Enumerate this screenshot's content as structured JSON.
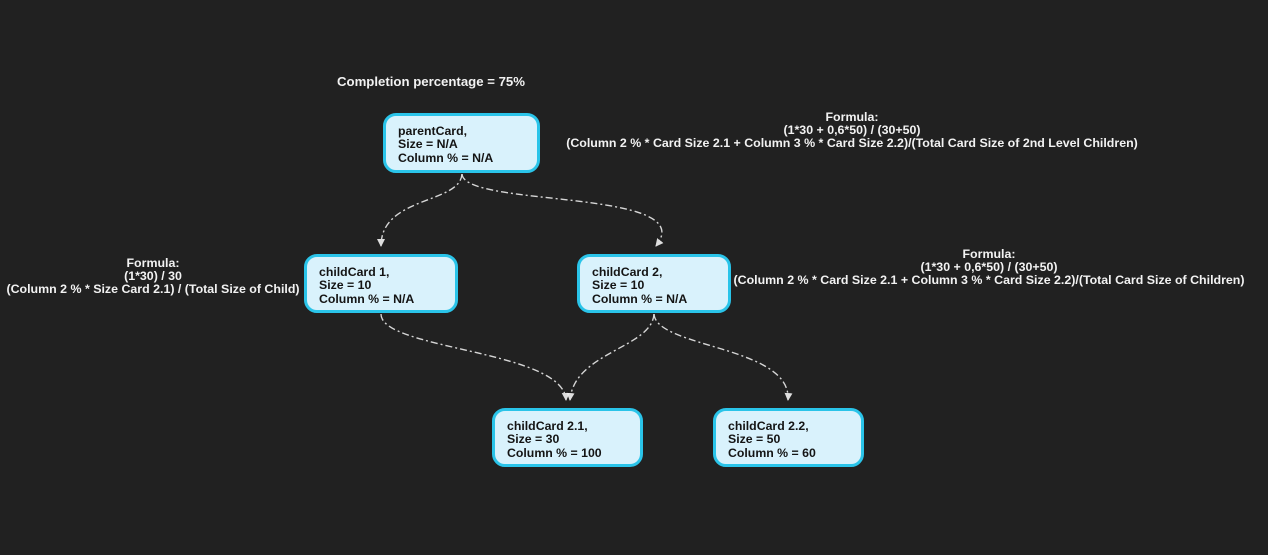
{
  "diagram": {
    "type": "flowchart-tree",
    "direction": "top-down"
  },
  "annotations": {
    "completion": "Completion percentage = 75%",
    "formula_top": {
      "label": "Formula:",
      "expr": "(1*30 + 0,6*50) / (30+50)",
      "desc": "(Column 2 % * Card Size 2.1 + Column 3 % * Card Size 2.2)/(Total Card Size of 2nd Level Children)"
    },
    "formula_left": {
      "label": "Formula:",
      "expr": "(1*30) / 30",
      "desc": "(Column 2 % * Size Card 2.1) / (Total Size of Child)"
    },
    "formula_right": {
      "label": "Formula:",
      "expr": "(1*30 + 0,6*50) / (30+50)",
      "desc": "(Column 2 % * Card Size 2.1 + Column 3 % * Card Size 2.2)/(Total Card Size of Children)"
    }
  },
  "nodes": {
    "parent": {
      "title": "parentCard,",
      "size": "Size = N/A",
      "column": "Column % = N/A"
    },
    "child1": {
      "title": "childCard 1,",
      "size": "Size = 10",
      "column": "Column % = N/A"
    },
    "child2": {
      "title": "childCard 2,",
      "size": "Size = 10",
      "column": "Column % = N/A"
    },
    "child21": {
      "title": "childCard 2.1,",
      "size": "Size = 30",
      "column": "Column % = 100"
    },
    "child22": {
      "title": "childCard 2.2,",
      "size": "Size = 50",
      "column": "Column % = 60"
    }
  },
  "edges": [
    {
      "from": "parentCard",
      "to": "childCard 1"
    },
    {
      "from": "parentCard",
      "to": "childCard 2"
    },
    {
      "from": "childCard 1",
      "to": "childCard 2.1"
    },
    {
      "from": "childCard 2",
      "to": "childCard 2.1"
    },
    {
      "from": "childCard 2",
      "to": "childCard 2.2"
    }
  ],
  "colors": {
    "background": "#212121",
    "card_fill": "#d9f2fc",
    "card_border": "#2ac4e9",
    "card_text": "#141414",
    "label_text": "#f2f2f2",
    "edge_stroke": "#e6e6e6"
  }
}
